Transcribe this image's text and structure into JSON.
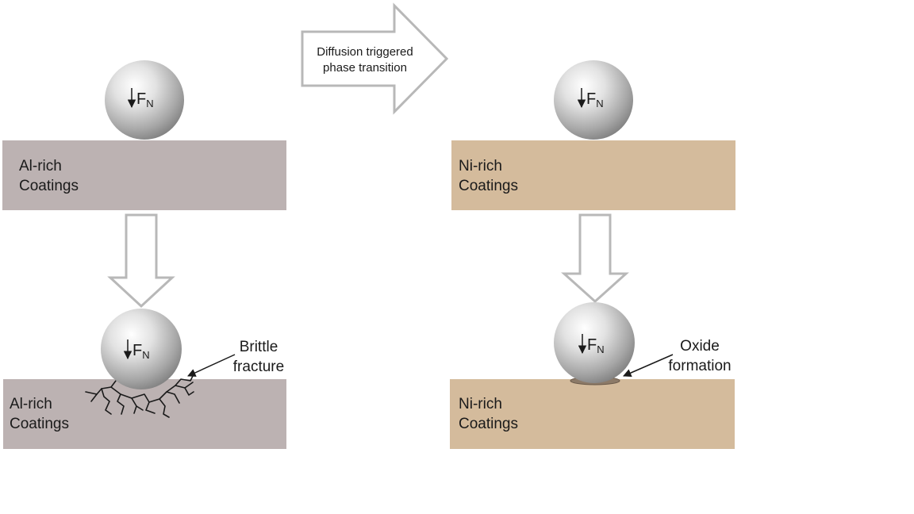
{
  "transition": {
    "line1": "Diffusion triggered",
    "line2": "phase transition"
  },
  "force": {
    "symbol": "F",
    "subscript": "N"
  },
  "left": {
    "top_coating": {
      "line1": "Al-rich",
      "line2": "Coatings"
    },
    "bottom_coating": {
      "line1": "Al-rich",
      "line2": "Coatings"
    },
    "callout": {
      "line1": "Brittle",
      "line2": "fracture"
    }
  },
  "right": {
    "top_coating": {
      "line1": "Ni-rich",
      "line2": "Coatings"
    },
    "bottom_coating": {
      "line1": "Ni-rich",
      "line2": "Coatings"
    },
    "callout": {
      "line1": "Oxide",
      "line2": "formation"
    }
  },
  "colors": {
    "al_rich_coating": "#bcb2b2",
    "ni_rich_coating": "#d4bb9c",
    "arrow_stroke": "#b8b8b8",
    "crack": "#1a1a1a",
    "oxide": "#8c7a68"
  }
}
